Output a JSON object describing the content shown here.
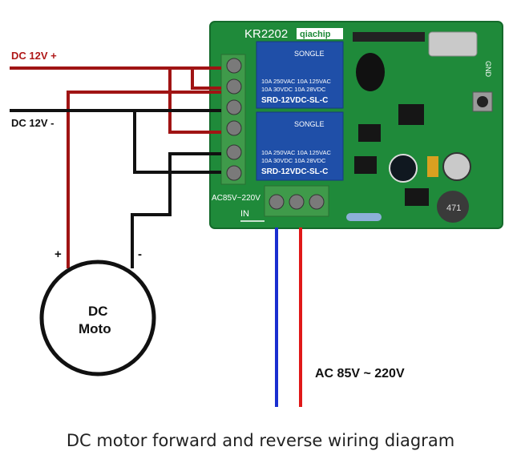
{
  "labels": {
    "dc_positive": "DC 12V +",
    "dc_negative": "DC 12V -",
    "motor_line1": "DC",
    "motor_line2": "Moto",
    "motor_plus": "+",
    "motor_minus": "-",
    "ac_supply": "AC 85V ~ 220V",
    "caption": "DC motor forward and reverse wiring diagram"
  },
  "board": {
    "model": "KR2202",
    "brand": "qiachip",
    "input_label": "IN",
    "input_voltage": "AC85V~220V",
    "gnd_label": "GND",
    "inductor_code": "471"
  },
  "relays": [
    {
      "brand": "SONGLE",
      "rating1": "10A 250VAC  10A 125VAC",
      "rating2": "10A 30VDC  10A 28VDC",
      "model": "SRD-12VDC-SL-C"
    },
    {
      "brand": "SONGLE",
      "rating1": "10A 250VAC  10A 125VAC",
      "rating2": "10A 30VDC  10A 28VDC",
      "model": "SRD-12VDC-SL-C"
    }
  ],
  "colors": {
    "pcb": "#1f8a3a",
    "terminal": "#3f9a4a",
    "relay": "#1f4fa8",
    "wire_positive": "#a01414",
    "wire_negative": "#111111",
    "wire_ac_live": "#e01818",
    "wire_ac_neutral": "#1a2fd0"
  }
}
